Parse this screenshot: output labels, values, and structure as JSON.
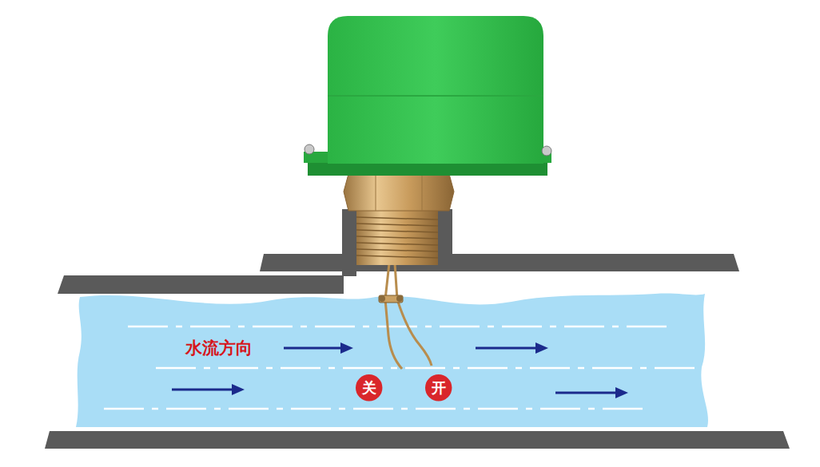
{
  "diagram": {
    "nodes": [
      {
        "text": [
          "关"
        ]
      },
      {
        "text": [
          "开"
        ]
      }
    ],
    "labels": [
      "水流方向"
    ]
  }
}
